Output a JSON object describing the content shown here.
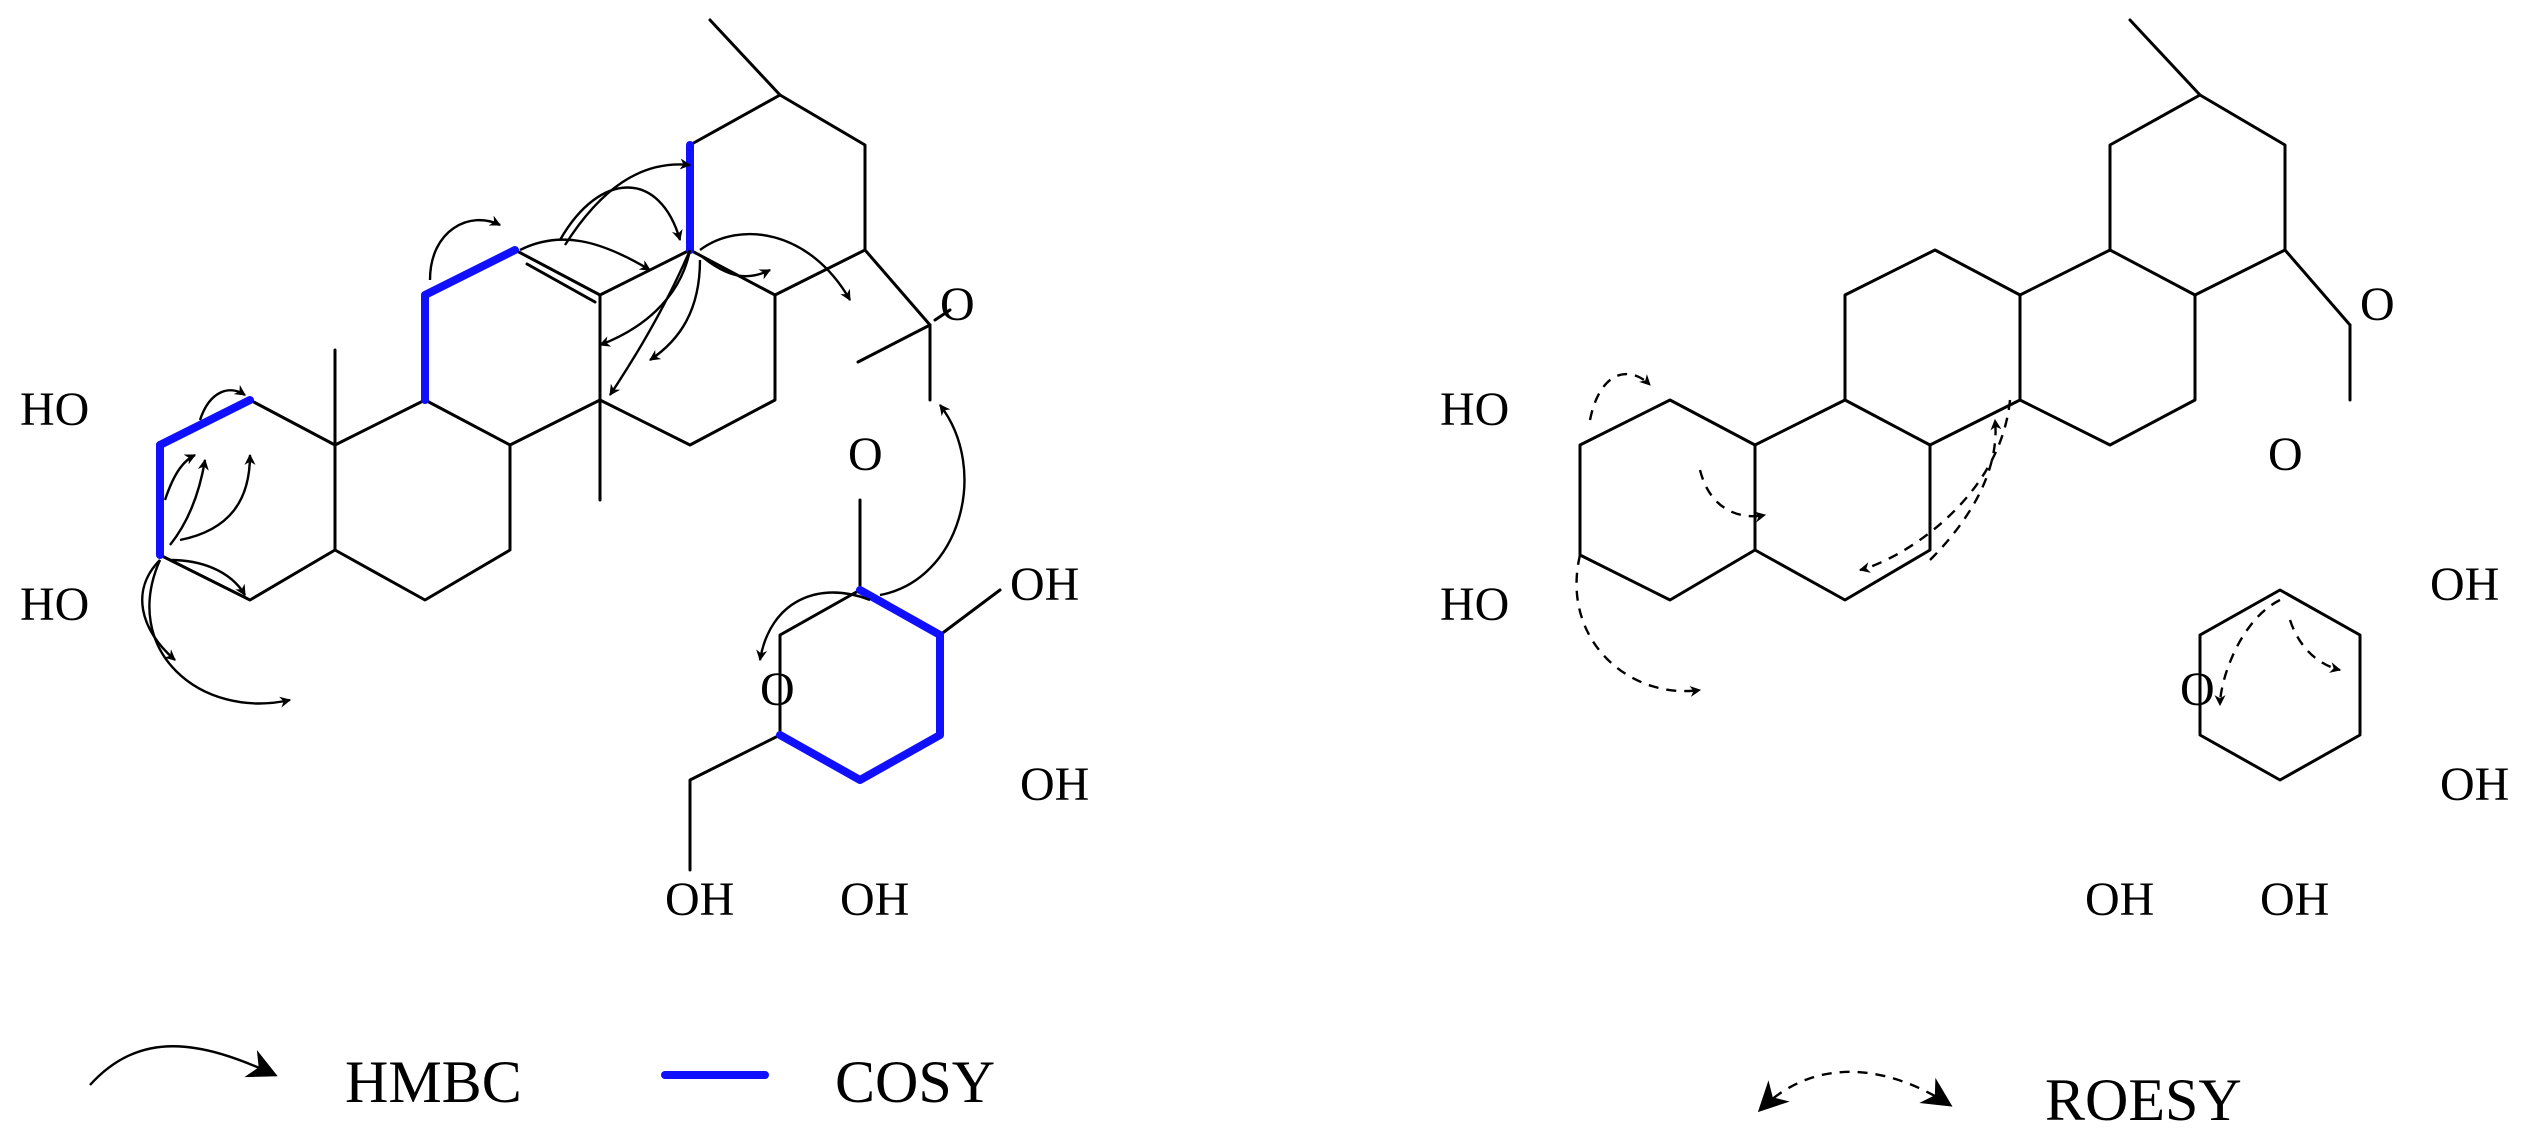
{
  "colors": {
    "cosy": "#1010ff",
    "bond": "#000000",
    "background": "#ffffff"
  },
  "left_structure": {
    "labels": {
      "ho_3": "HO",
      "ho_2": "HO",
      "oh_2p": "OH",
      "oh_3p": "OH",
      "oh_4p": "OH",
      "oh_6p": "OH",
      "ring_o": "O",
      "carbonyl_o": "O",
      "ester_o": "O"
    }
  },
  "right_structure": {
    "labels": {
      "ho_3": "HO",
      "ho_2": "HO",
      "oh_2p": "OH",
      "oh_3p": "OH",
      "oh_4p": "OH",
      "oh_6p": "OH",
      "ring_o": "O",
      "carbonyl_o": "O",
      "ester_o": "O"
    }
  },
  "legend": {
    "hmbc": "HMBC",
    "cosy": "COSY",
    "roesy": "ROESY"
  }
}
